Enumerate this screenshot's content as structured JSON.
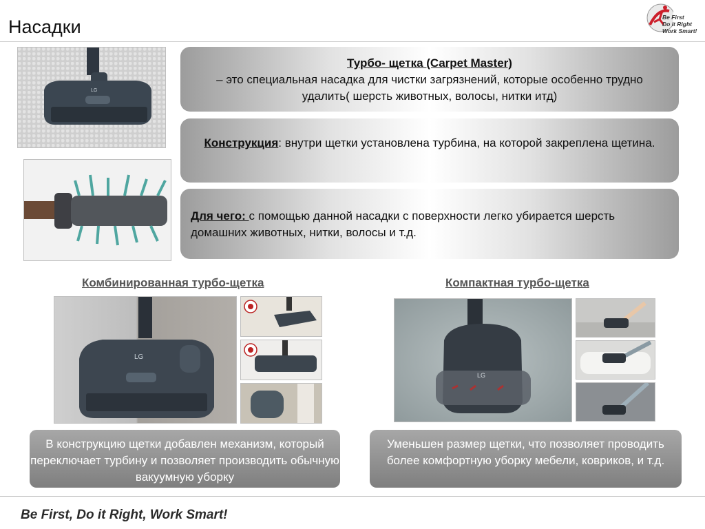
{
  "header": {
    "title": "Насадки",
    "logo_lines": [
      "Be First",
      "Do it Right",
      "Work Smart!"
    ]
  },
  "turbo": {
    "title": "Турбо- щетка (Carpet Master)",
    "desc": "– это специальная насадка для чистки загрязнений, которые особенно трудно удалить( шерсть животных, волосы, нитки итд)"
  },
  "construction": {
    "label": "Конструкция",
    "text": ": внутри щетки установлена турбина, на которой закреплена щетина."
  },
  "purpose": {
    "label": "Для чего: ",
    "text": "с помощью данной насадки с поверхности легко убирается шерсть домашних животных,  нитки, волосы и т.д."
  },
  "combined": {
    "title": "Комбинированная турбо-щетка",
    "text": "В конструкцию щетки добавлен механизм, который переключает турбину и позволяет производить обычную вакуумную уборку"
  },
  "compact": {
    "title": "Компактная турбо-щетка",
    "text": "Уменьшен  размер щетки, что позволяет проводить более комфортную уборку мебели,  ковриков, и т.д."
  },
  "footer": {
    "slogan": "Be First, Do it Right, Work Smart!"
  },
  "product_marks": {
    "brand": "LG"
  },
  "colors": {
    "accent_red": "#cc1f2b",
    "panel_grey": "#9c9c9c",
    "box_grey": "#8a8a8a"
  }
}
